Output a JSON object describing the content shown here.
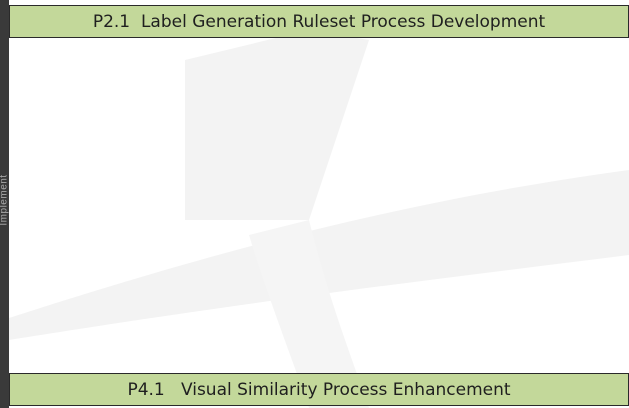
{
  "side_panel": {
    "label": "Implement"
  },
  "processes": {
    "top": {
      "id": "P2.1",
      "title": "Label Generation Ruleset Process Development"
    },
    "bottom": {
      "id": "P4.1",
      "title": "Visual Similarity Process Enhancement"
    }
  },
  "colors": {
    "bar_fill": "#c3d89a",
    "bar_border": "#2a2a2a",
    "left_strip": "#3a3a3a",
    "watermark": "#f2f2f2"
  }
}
